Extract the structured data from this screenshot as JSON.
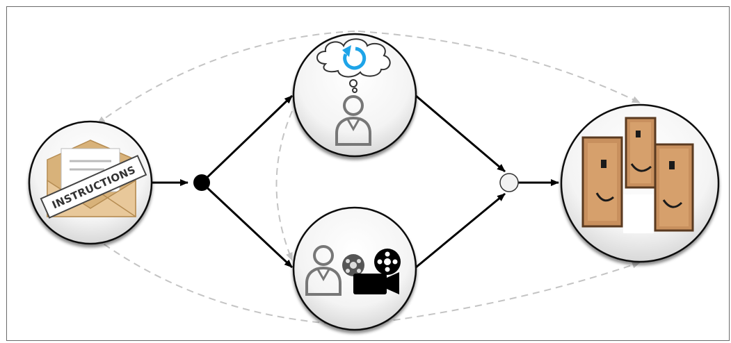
{
  "diagram": {
    "instructions_label": "INSTRUCTIONS",
    "nodes": [
      {
        "id": "instructions",
        "icon": "envelope-icon"
      },
      {
        "id": "thinking",
        "icon": "thinking-person-icon"
      },
      {
        "id": "recording",
        "icon": "person-camera-icon"
      },
      {
        "id": "group",
        "icon": "people-group-icon"
      }
    ],
    "colors": {
      "solid_edge": "#000000",
      "dashed_edge": "#bdbdbd",
      "refresh_arrow": "#1ea4e8",
      "envelope": "#e3c69b",
      "faces": "#c89060"
    }
  }
}
